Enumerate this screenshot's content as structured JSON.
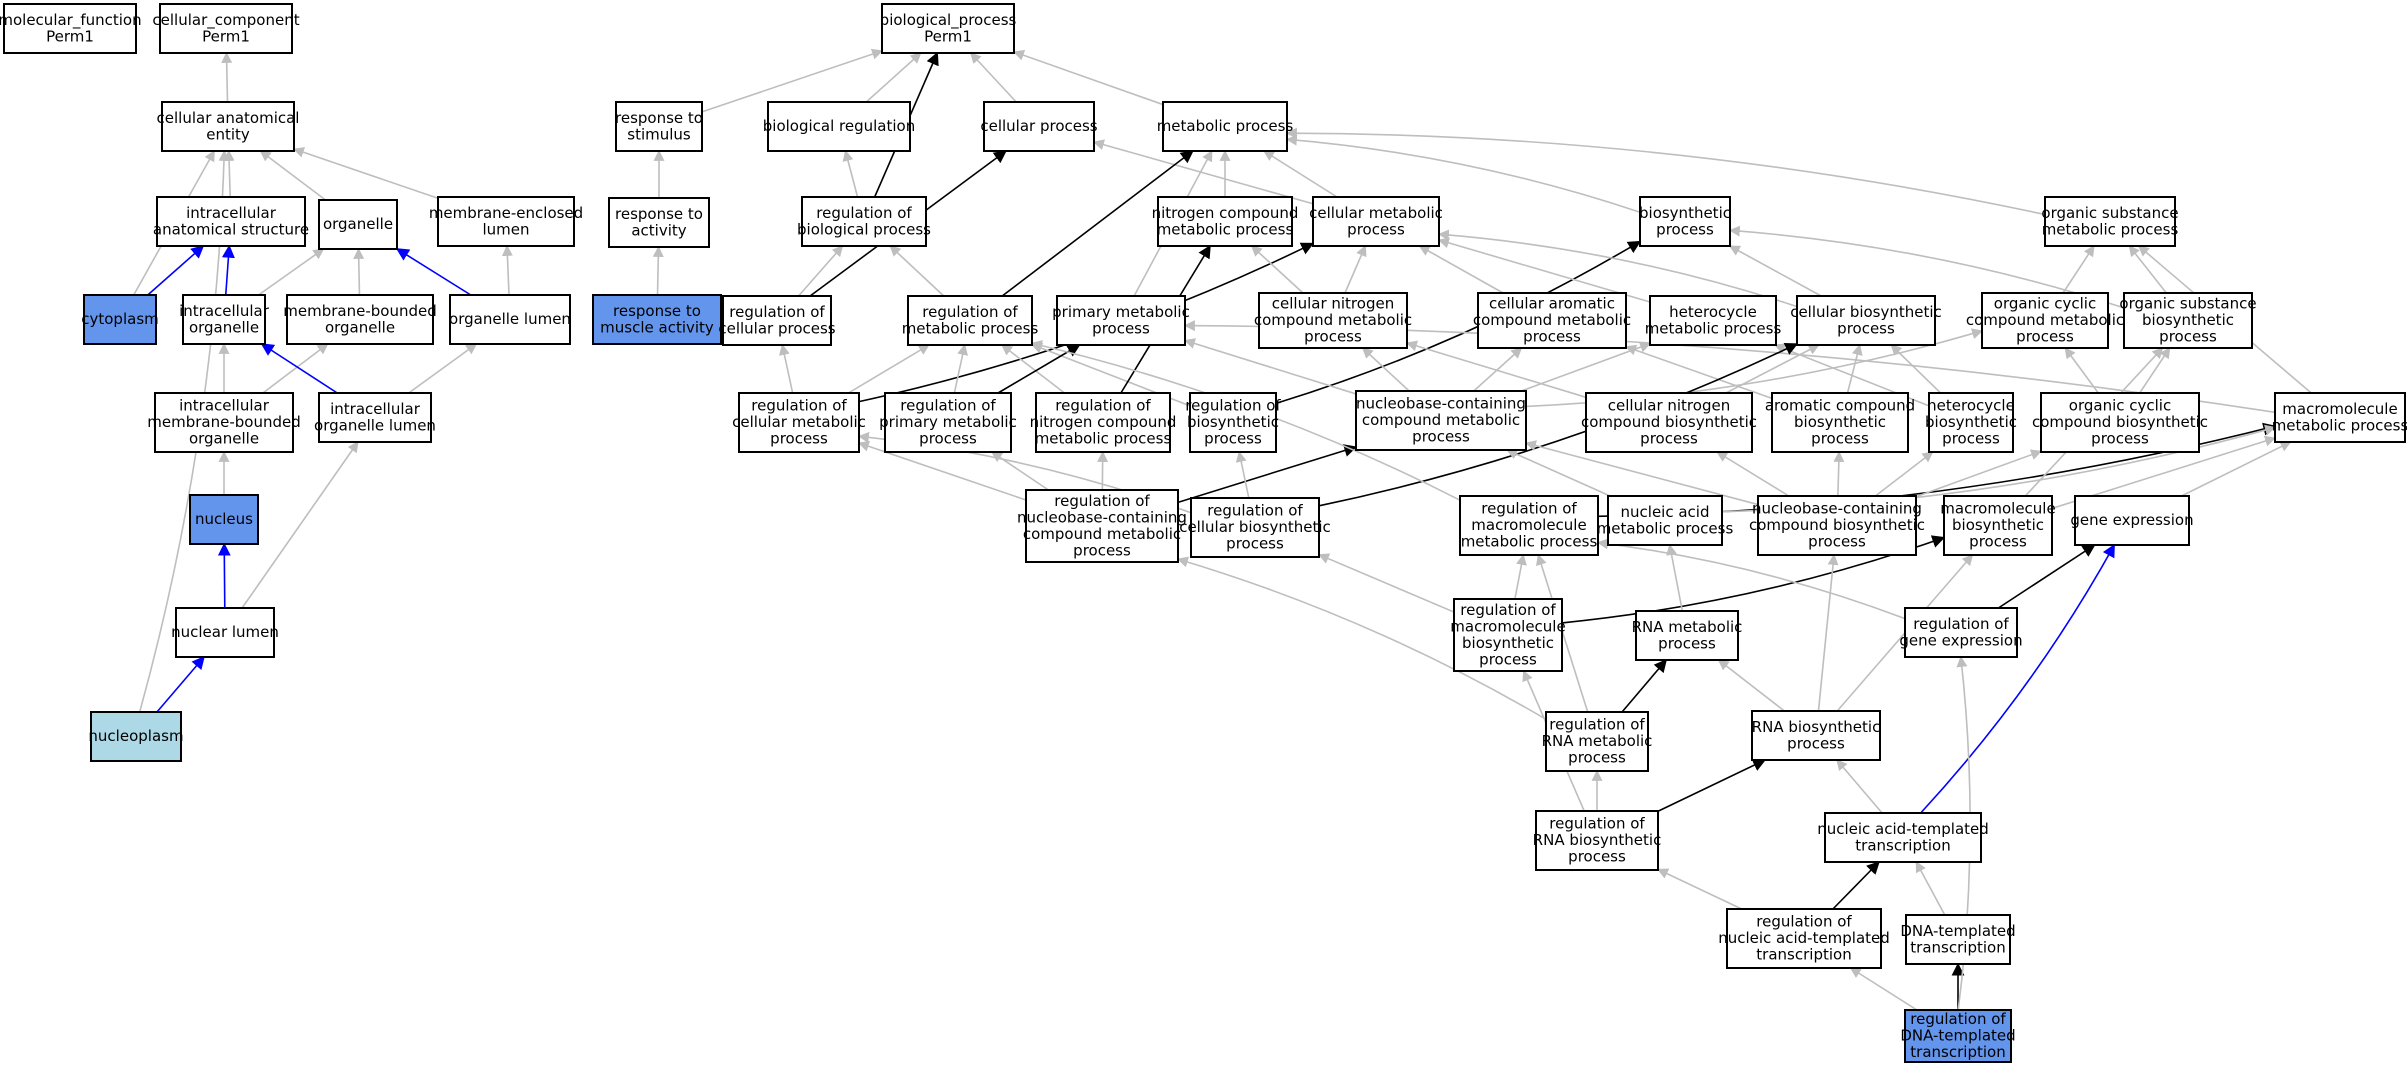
{
  "colors": {
    "plain": "#ffffff",
    "highlight": "#6495ed",
    "light": "#add8e6",
    "edge_gray": "#bebebe",
    "edge_black": "#000000",
    "edge_blue": "#0000ff"
  },
  "nodes": [
    {
      "id": "mf",
      "lines": [
        "molecular_function",
        "Perm1"
      ],
      "fill": "plain"
    },
    {
      "id": "cc",
      "lines": [
        "cellular_component",
        "Perm1"
      ],
      "fill": "plain"
    },
    {
      "id": "bp",
      "lines": [
        "biological_process",
        "Perm1"
      ],
      "fill": "plain"
    },
    {
      "id": "cae",
      "lines": [
        "cellular anatomical",
        "entity"
      ],
      "fill": "plain"
    },
    {
      "id": "ias",
      "lines": [
        "intracellular",
        "anatomical structure"
      ],
      "fill": "plain"
    },
    {
      "id": "org",
      "lines": [
        "organelle"
      ],
      "fill": "plain"
    },
    {
      "id": "mel",
      "lines": [
        "membrane-enclosed",
        "lumen"
      ],
      "fill": "plain"
    },
    {
      "id": "cyt",
      "lines": [
        "cytoplasm"
      ],
      "fill": "highlight"
    },
    {
      "id": "io",
      "lines": [
        "intracellular",
        "organelle"
      ],
      "fill": "plain"
    },
    {
      "id": "mbo",
      "lines": [
        "membrane-bounded",
        "organelle"
      ],
      "fill": "plain"
    },
    {
      "id": "ol",
      "lines": [
        "organelle lumen"
      ],
      "fill": "plain"
    },
    {
      "id": "imbo",
      "lines": [
        "intracellular",
        "membrane-bounded",
        "organelle"
      ],
      "fill": "plain"
    },
    {
      "id": "iol",
      "lines": [
        "intracellular",
        "organelle lumen"
      ],
      "fill": "plain"
    },
    {
      "id": "nuc",
      "lines": [
        "nucleus"
      ],
      "fill": "highlight"
    },
    {
      "id": "nl",
      "lines": [
        "nuclear lumen"
      ],
      "fill": "plain"
    },
    {
      "id": "npl",
      "lines": [
        "nucleoplasm"
      ],
      "fill": "light"
    },
    {
      "id": "rts",
      "lines": [
        "response to",
        "stimulus"
      ],
      "fill": "plain"
    },
    {
      "id": "rta",
      "lines": [
        "response to",
        "activity"
      ],
      "fill": "plain"
    },
    {
      "id": "rtma",
      "lines": [
        "response to",
        "muscle activity"
      ],
      "fill": "highlight"
    },
    {
      "id": "br",
      "lines": [
        "biological regulation"
      ],
      "fill": "plain"
    },
    {
      "id": "cp",
      "lines": [
        "cellular process"
      ],
      "fill": "plain"
    },
    {
      "id": "mp",
      "lines": [
        "metabolic process"
      ],
      "fill": "plain"
    },
    {
      "id": "rbp",
      "lines": [
        "regulation of",
        "biological process"
      ],
      "fill": "plain"
    },
    {
      "id": "ncmp",
      "lines": [
        "nitrogen compound",
        "metabolic process"
      ],
      "fill": "plain"
    },
    {
      "id": "cmp",
      "lines": [
        "cellular metabolic",
        "process"
      ],
      "fill": "plain"
    },
    {
      "id": "bsp",
      "lines": [
        "biosynthetic",
        "process"
      ],
      "fill": "plain"
    },
    {
      "id": "osmp",
      "lines": [
        "organic substance",
        "metabolic process"
      ],
      "fill": "plain"
    },
    {
      "id": "rcp",
      "lines": [
        "regulation of",
        "cellular process"
      ],
      "fill": "plain"
    },
    {
      "id": "rmp",
      "lines": [
        "regulation of",
        "metabolic process"
      ],
      "fill": "plain"
    },
    {
      "id": "pmp",
      "lines": [
        "primary metabolic",
        "process"
      ],
      "fill": "plain"
    },
    {
      "id": "cncmp",
      "lines": [
        "cellular nitrogen",
        "compound metabolic",
        "process"
      ],
      "fill": "plain"
    },
    {
      "id": "cacmp",
      "lines": [
        "cellular aromatic",
        "compound metabolic",
        "process"
      ],
      "fill": "plain"
    },
    {
      "id": "hmp",
      "lines": [
        "heterocycle",
        "metabolic process"
      ],
      "fill": "plain"
    },
    {
      "id": "cbp",
      "lines": [
        "cellular biosynthetic",
        "process"
      ],
      "fill": "plain"
    },
    {
      "id": "occmp",
      "lines": [
        "organic cyclic",
        "compound metabolic",
        "process"
      ],
      "fill": "plain"
    },
    {
      "id": "osbp",
      "lines": [
        "organic substance",
        "biosynthetic",
        "process"
      ],
      "fill": "plain"
    },
    {
      "id": "rcmp",
      "lines": [
        "regulation of",
        "cellular metabolic",
        "process"
      ],
      "fill": "plain"
    },
    {
      "id": "rpmp",
      "lines": [
        "regulation of",
        "primary metabolic",
        "process"
      ],
      "fill": "plain"
    },
    {
      "id": "rncmp",
      "lines": [
        "regulation of",
        "nitrogen compound",
        "metabolic process"
      ],
      "fill": "plain"
    },
    {
      "id": "rbsp",
      "lines": [
        "regulation of",
        "biosynthetic",
        "process"
      ],
      "fill": "plain"
    },
    {
      "id": "nbcmp",
      "lines": [
        "nucleobase-containing",
        "compound metabolic",
        "process"
      ],
      "fill": "plain"
    },
    {
      "id": "cncbp",
      "lines": [
        "cellular nitrogen",
        "compound biosynthetic",
        "process"
      ],
      "fill": "plain"
    },
    {
      "id": "acbp",
      "lines": [
        "aromatic compound",
        "biosynthetic",
        "process"
      ],
      "fill": "plain"
    },
    {
      "id": "hbp",
      "lines": [
        "heterocycle",
        "biosynthetic",
        "process"
      ],
      "fill": "plain"
    },
    {
      "id": "occbp",
      "lines": [
        "organic cyclic",
        "compound biosynthetic",
        "process"
      ],
      "fill": "plain"
    },
    {
      "id": "mmp",
      "lines": [
        "macromolecule",
        "metabolic process"
      ],
      "fill": "plain"
    },
    {
      "id": "rnbcmp",
      "lines": [
        "regulation of",
        "nucleobase-containing",
        "compound metabolic",
        "process"
      ],
      "fill": "plain"
    },
    {
      "id": "rcbp",
      "lines": [
        "regulation of",
        "cellular biosynthetic",
        "process"
      ],
      "fill": "plain"
    },
    {
      "id": "rmmp",
      "lines": [
        "regulation of",
        "macromolecule",
        "metabolic process"
      ],
      "fill": "plain"
    },
    {
      "id": "namp",
      "lines": [
        "nucleic acid",
        "metabolic process"
      ],
      "fill": "plain"
    },
    {
      "id": "nbcbp",
      "lines": [
        "nucleobase-containing",
        "compound biosynthetic",
        "process"
      ],
      "fill": "plain"
    },
    {
      "id": "mbp",
      "lines": [
        "macromolecule",
        "biosynthetic",
        "process"
      ],
      "fill": "plain"
    },
    {
      "id": "ge",
      "lines": [
        "gene expression"
      ],
      "fill": "plain"
    },
    {
      "id": "rmbp",
      "lines": [
        "regulation of",
        "macromolecule",
        "biosynthetic",
        "process"
      ],
      "fill": "plain"
    },
    {
      "id": "rnamp",
      "lines": [
        "RNA metabolic",
        "process"
      ],
      "fill": "plain"
    },
    {
      "id": "rge",
      "lines": [
        "regulation of",
        "gene expression"
      ],
      "fill": "plain"
    },
    {
      "id": "rrnamp",
      "lines": [
        "regulation of",
        "RNA metabolic",
        "process"
      ],
      "fill": "plain"
    },
    {
      "id": "rnabp",
      "lines": [
        "RNA biosynthetic",
        "process"
      ],
      "fill": "plain"
    },
    {
      "id": "rrnabp",
      "lines": [
        "regulation of",
        "RNA biosynthetic",
        "process"
      ],
      "fill": "plain"
    },
    {
      "id": "natt",
      "lines": [
        "nucleic acid-templated",
        "transcription"
      ],
      "fill": "plain"
    },
    {
      "id": "rnatt",
      "lines": [
        "regulation of",
        "nucleic acid-templated",
        "transcription"
      ],
      "fill": "plain"
    },
    {
      "id": "dtt",
      "lines": [
        "DNA-templated",
        "transcription"
      ],
      "fill": "plain"
    },
    {
      "id": "rdtt",
      "lines": [
        "regulation of",
        "DNA-templated",
        "transcription"
      ],
      "fill": "highlight"
    }
  ],
  "edges": [
    {
      "from": "cae",
      "to": "cc",
      "c": "gray"
    },
    {
      "from": "ias",
      "to": "cae",
      "c": "gray"
    },
    {
      "from": "org",
      "to": "cae",
      "c": "gray"
    },
    {
      "from": "mel",
      "to": "cae",
      "c": "gray"
    },
    {
      "from": "cyt",
      "to": "cae",
      "c": "gray"
    },
    {
      "from": "npl",
      "to": "cae",
      "c": "gray"
    },
    {
      "from": "cyt",
      "to": "ias",
      "c": "blue"
    },
    {
      "from": "io",
      "to": "ias",
      "c": "blue"
    },
    {
      "from": "io",
      "to": "org",
      "c": "gray"
    },
    {
      "from": "mbo",
      "to": "org",
      "c": "gray"
    },
    {
      "from": "ol",
      "to": "org",
      "c": "blue"
    },
    {
      "from": "ol",
      "to": "mel",
      "c": "gray"
    },
    {
      "from": "imbo",
      "to": "io",
      "c": "gray"
    },
    {
      "from": "imbo",
      "to": "mbo",
      "c": "gray"
    },
    {
      "from": "iol",
      "to": "io",
      "c": "blue"
    },
    {
      "from": "iol",
      "to": "ol",
      "c": "gray"
    },
    {
      "from": "nuc",
      "to": "imbo",
      "c": "gray"
    },
    {
      "from": "nl",
      "to": "nuc",
      "c": "blue"
    },
    {
      "from": "nl",
      "to": "iol",
      "c": "gray"
    },
    {
      "from": "npl",
      "to": "nl",
      "c": "blue"
    },
    {
      "from": "rts",
      "to": "bp",
      "c": "gray"
    },
    {
      "from": "br",
      "to": "bp",
      "c": "gray"
    },
    {
      "from": "cp",
      "to": "bp",
      "c": "gray"
    },
    {
      "from": "mp",
      "to": "bp",
      "c": "gray"
    },
    {
      "from": "rbp",
      "to": "bp",
      "c": "black"
    },
    {
      "from": "rta",
      "to": "rts",
      "c": "gray"
    },
    {
      "from": "rtma",
      "to": "rta",
      "c": "gray"
    },
    {
      "from": "rbp",
      "to": "br",
      "c": "gray"
    },
    {
      "from": "rcp",
      "to": "rbp",
      "c": "gray"
    },
    {
      "from": "rmp",
      "to": "rbp",
      "c": "gray"
    },
    {
      "from": "rcp",
      "to": "cp",
      "c": "black"
    },
    {
      "from": "cmp",
      "to": "cp",
      "c": "gray"
    },
    {
      "from": "ncmp",
      "to": "mp",
      "c": "gray"
    },
    {
      "from": "cmp",
      "to": "mp",
      "c": "gray"
    },
    {
      "from": "bsp",
      "to": "mp",
      "c": "gray"
    },
    {
      "from": "osmp",
      "to": "mp",
      "c": "gray"
    },
    {
      "from": "pmp",
      "to": "mp",
      "c": "gray"
    },
    {
      "from": "rmp",
      "to": "mp",
      "c": "black"
    },
    {
      "from": "rcmp",
      "to": "rcp",
      "c": "gray"
    },
    {
      "from": "rcmp",
      "to": "rmp",
      "c": "gray"
    },
    {
      "from": "rcmp",
      "to": "cmp",
      "c": "black"
    },
    {
      "from": "rpmp",
      "to": "rmp",
      "c": "gray"
    },
    {
      "from": "rncmp",
      "to": "rmp",
      "c": "gray"
    },
    {
      "from": "rbsp",
      "to": "rmp",
      "c": "gray"
    },
    {
      "from": "rpmp",
      "to": "pmp",
      "c": "black"
    },
    {
      "from": "rncmp",
      "to": "ncmp",
      "c": "black"
    },
    {
      "from": "rbsp",
      "to": "bsp",
      "c": "black"
    },
    {
      "from": "cncmp",
      "to": "ncmp",
      "c": "gray"
    },
    {
      "from": "cncmp",
      "to": "cmp",
      "c": "gray"
    },
    {
      "from": "cacmp",
      "to": "cmp",
      "c": "gray"
    },
    {
      "from": "hmp",
      "to": "cmp",
      "c": "gray"
    },
    {
      "from": "cbp",
      "to": "cmp",
      "c": "gray"
    },
    {
      "from": "cbp",
      "to": "bsp",
      "c": "gray"
    },
    {
      "from": "osbp",
      "to": "bsp",
      "c": "gray"
    },
    {
      "from": "occmp",
      "to": "osmp",
      "c": "gray"
    },
    {
      "from": "osbp",
      "to": "osmp",
      "c": "gray"
    },
    {
      "from": "mmp",
      "to": "osmp",
      "c": "gray"
    },
    {
      "from": "nbcmp",
      "to": "cncmp",
      "c": "gray"
    },
    {
      "from": "nbcmp",
      "to": "cacmp",
      "c": "gray"
    },
    {
      "from": "nbcmp",
      "to": "hmp",
      "c": "gray"
    },
    {
      "from": "nbcmp",
      "to": "occmp",
      "c": "gray"
    },
    {
      "from": "nbcmp",
      "to": "pmp",
      "c": "gray"
    },
    {
      "from": "cncbp",
      "to": "cncmp",
      "c": "gray"
    },
    {
      "from": "cncbp",
      "to": "cbp",
      "c": "gray"
    },
    {
      "from": "acbp",
      "to": "cacmp",
      "c": "gray"
    },
    {
      "from": "acbp",
      "to": "cbp",
      "c": "gray"
    },
    {
      "from": "hbp",
      "to": "hmp",
      "c": "gray"
    },
    {
      "from": "hbp",
      "to": "cbp",
      "c": "gray"
    },
    {
      "from": "occbp",
      "to": "occmp",
      "c": "gray"
    },
    {
      "from": "occbp",
      "to": "osbp",
      "c": "gray"
    },
    {
      "from": "mmp",
      "to": "pmp",
      "c": "gray"
    },
    {
      "from": "rnbcmp",
      "to": "rcmp",
      "c": "gray"
    },
    {
      "from": "rnbcmp",
      "to": "rpmp",
      "c": "gray"
    },
    {
      "from": "rnbcmp",
      "to": "rncmp",
      "c": "gray"
    },
    {
      "from": "rnbcmp",
      "to": "nbcmp",
      "c": "black"
    },
    {
      "from": "rcbp",
      "to": "rbsp",
      "c": "gray"
    },
    {
      "from": "rcbp",
      "to": "cbp",
      "c": "black"
    },
    {
      "from": "rcbp",
      "to": "rcmp",
      "c": "gray"
    },
    {
      "from": "rmmp",
      "to": "rmp",
      "c": "gray"
    },
    {
      "from": "rmmp",
      "to": "mmp",
      "c": "black"
    },
    {
      "from": "namp",
      "to": "nbcmp",
      "c": "gray"
    },
    {
      "from": "namp",
      "to": "mmp",
      "c": "gray"
    },
    {
      "from": "nbcbp",
      "to": "nbcmp",
      "c": "gray"
    },
    {
      "from": "nbcbp",
      "to": "cncbp",
      "c": "gray"
    },
    {
      "from": "nbcbp",
      "to": "acbp",
      "c": "gray"
    },
    {
      "from": "nbcbp",
      "to": "hbp",
      "c": "gray"
    },
    {
      "from": "nbcbp",
      "to": "occbp",
      "c": "gray"
    },
    {
      "from": "mbp",
      "to": "mmp",
      "c": "gray"
    },
    {
      "from": "mbp",
      "to": "osbp",
      "c": "gray"
    },
    {
      "from": "ge",
      "to": "mmp",
      "c": "gray"
    },
    {
      "from": "rmbp",
      "to": "rmmp",
      "c": "gray"
    },
    {
      "from": "rmbp",
      "to": "rcbp",
      "c": "gray"
    },
    {
      "from": "rmbp",
      "to": "mbp",
      "c": "black"
    },
    {
      "from": "rnamp",
      "to": "namp",
      "c": "gray"
    },
    {
      "from": "rge",
      "to": "rmmp",
      "c": "gray"
    },
    {
      "from": "rge",
      "to": "ge",
      "c": "black"
    },
    {
      "from": "rrnamp",
      "to": "rnamp",
      "c": "black"
    },
    {
      "from": "rrnamp",
      "to": "rmmp",
      "c": "gray"
    },
    {
      "from": "rrnamp",
      "to": "rnbcmp",
      "c": "gray"
    },
    {
      "from": "rnabp",
      "to": "rnamp",
      "c": "gray"
    },
    {
      "from": "rnabp",
      "to": "nbcbp",
      "c": "gray"
    },
    {
      "from": "rnabp",
      "to": "mbp",
      "c": "gray"
    },
    {
      "from": "rrnabp",
      "to": "rrnamp",
      "c": "gray"
    },
    {
      "from": "rrnabp",
      "to": "rmbp",
      "c": "gray"
    },
    {
      "from": "rrnabp",
      "to": "rnabp",
      "c": "black"
    },
    {
      "from": "natt",
      "to": "rnabp",
      "c": "gray"
    },
    {
      "from": "natt",
      "to": "ge",
      "c": "blue"
    },
    {
      "from": "rnatt",
      "to": "rrnabp",
      "c": "gray"
    },
    {
      "from": "rnatt",
      "to": "natt",
      "c": "black"
    },
    {
      "from": "dtt",
      "to": "natt",
      "c": "gray"
    },
    {
      "from": "rdtt",
      "to": "rnatt",
      "c": "gray"
    },
    {
      "from": "rdtt",
      "to": "dtt",
      "c": "black"
    },
    {
      "from": "rdtt",
      "to": "rge",
      "c": "gray"
    }
  ]
}
